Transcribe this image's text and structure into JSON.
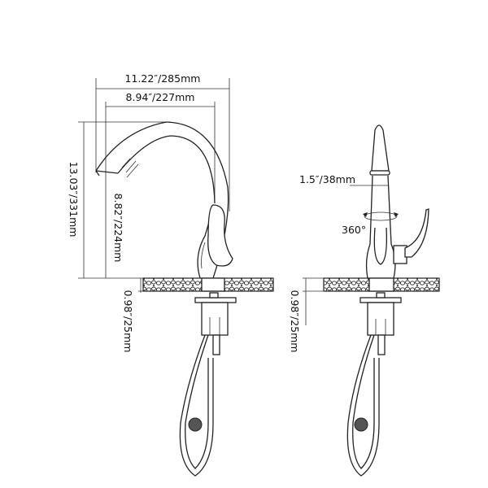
{
  "side_view": {
    "overall_width": "11.22″/285mm",
    "spout_reach": "8.94″/227mm",
    "overall_height": "13.03″/331mm",
    "spout_height": "8.82″/224mm",
    "deck_thickness": "0.98″/25mm"
  },
  "front_view": {
    "spray_head_diameter": "1.5″/38mm",
    "rotation": "360°",
    "deck_thickness": "0.98″/25mm"
  }
}
